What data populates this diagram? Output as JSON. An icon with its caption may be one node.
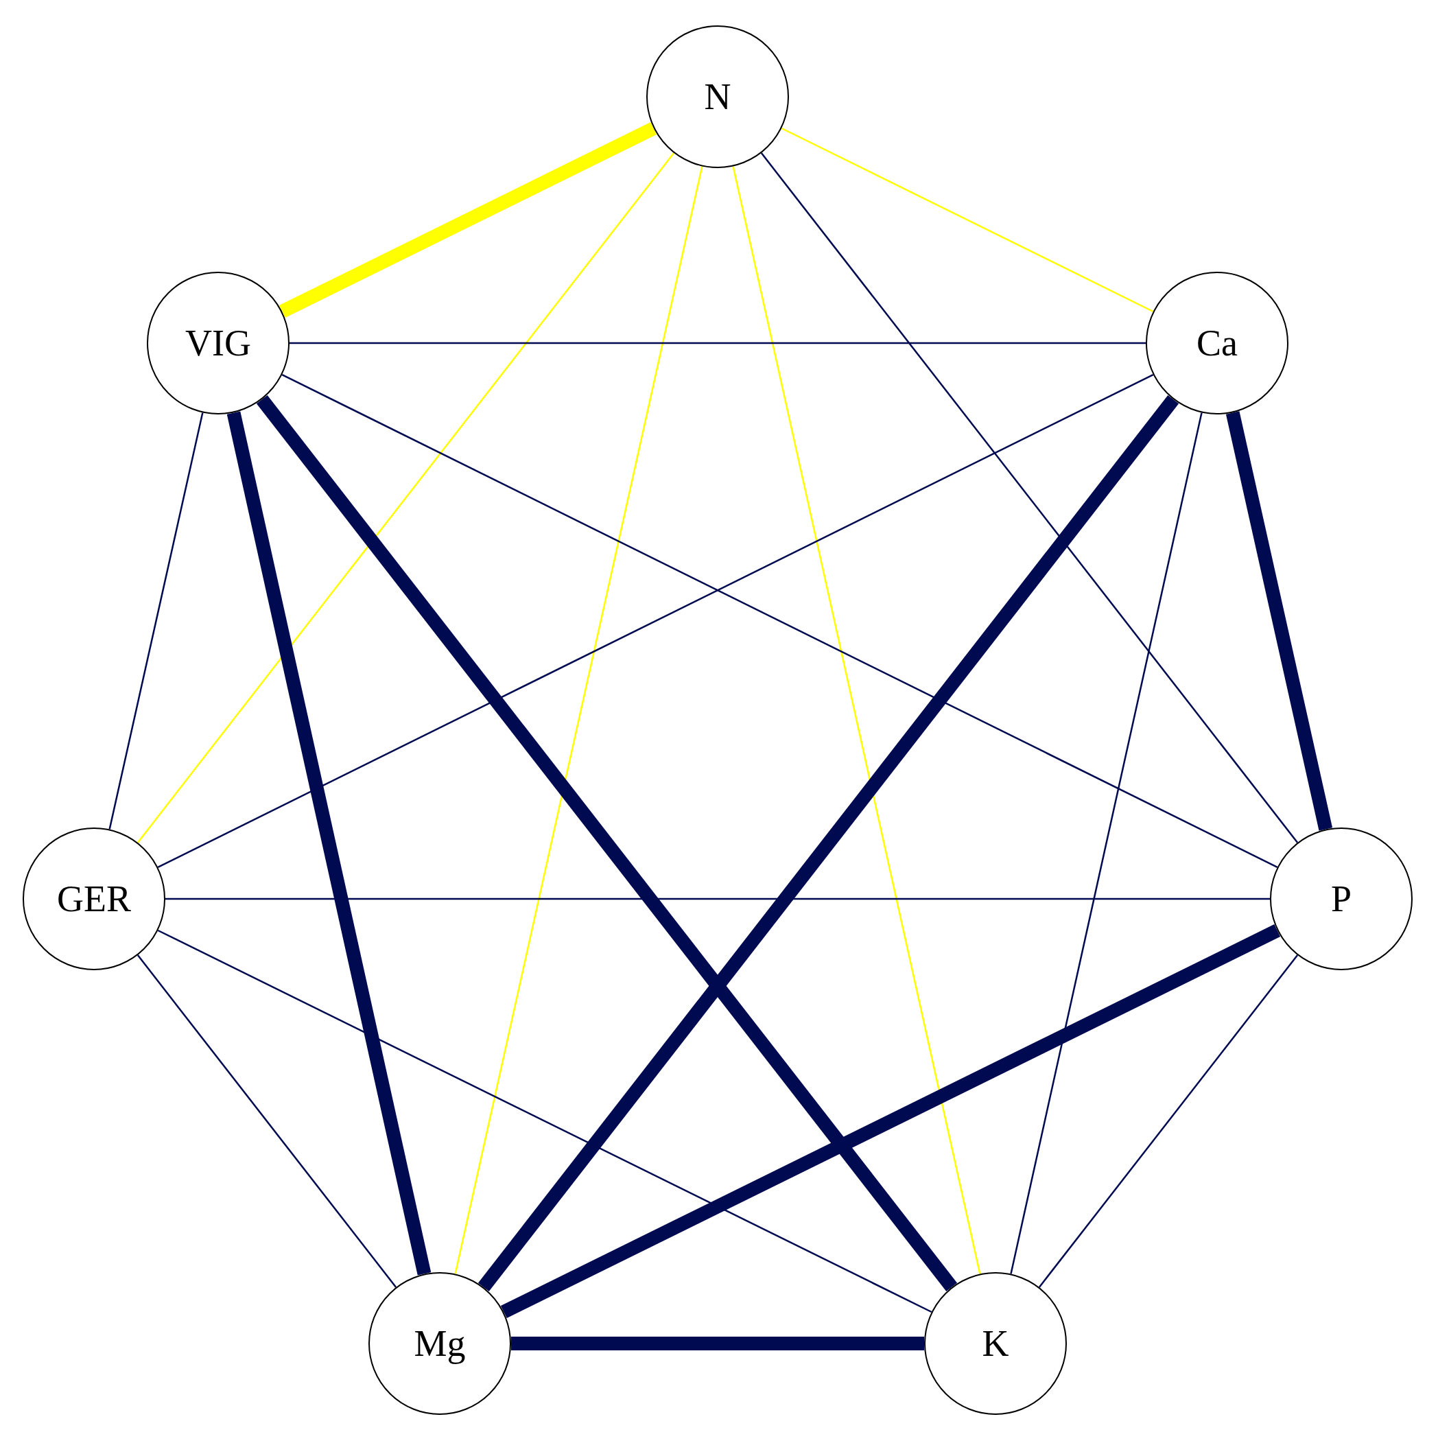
{
  "diagram": {
    "nodes": [
      {
        "text": [
          "N"
        ]
      },
      {
        "text": [
          "VIG"
        ]
      },
      {
        "text": [
          "Ca"
        ]
      },
      {
        "text": [
          "GER"
        ]
      },
      {
        "text": [
          "P"
        ]
      },
      {
        "text": [
          "Mg"
        ]
      },
      {
        "text": [
          "K"
        ]
      }
    ],
    "edges": [
      {
        "from": 0,
        "to": 1,
        "arrow": "none",
        "style": "thick",
        "color": "#ffff00"
      },
      {
        "from": 0,
        "to": 2,
        "arrow": "none",
        "color": "#ffff00"
      },
      {
        "from": 0,
        "to": 3,
        "arrow": "none",
        "color": "#ffff00"
      },
      {
        "from": 0,
        "to": 5,
        "arrow": "none",
        "color": "#ffff00"
      },
      {
        "from": 0,
        "to": 6,
        "arrow": "none",
        "color": "#ffff00"
      },
      {
        "from": 0,
        "to": 4,
        "arrow": "none"
      },
      {
        "from": 1,
        "to": 2,
        "arrow": "none"
      },
      {
        "from": 1,
        "to": 3,
        "arrow": "none"
      },
      {
        "from": 1,
        "to": 5,
        "arrow": "none",
        "style": "thick"
      },
      {
        "from": 1,
        "to": 6,
        "arrow": "none",
        "style": "thick"
      },
      {
        "from": 1,
        "to": 4,
        "arrow": "none"
      },
      {
        "from": 2,
        "to": 3,
        "arrow": "none"
      },
      {
        "from": 2,
        "to": 5,
        "arrow": "none",
        "style": "thick"
      },
      {
        "from": 2,
        "to": 4,
        "arrow": "none",
        "style": "thick"
      },
      {
        "from": 2,
        "to": 6,
        "arrow": "none"
      },
      {
        "from": 3,
        "to": 4,
        "arrow": "none"
      },
      {
        "from": 3,
        "to": 6,
        "arrow": "none"
      },
      {
        "from": 3,
        "to": 5,
        "arrow": "none"
      },
      {
        "from": 4,
        "to": 5,
        "arrow": "none",
        "style": "thick"
      },
      {
        "from": 4,
        "to": 6,
        "arrow": "none"
      },
      {
        "from": 5,
        "to": 6,
        "arrow": "none",
        "style": "thick"
      }
    ]
  }
}
